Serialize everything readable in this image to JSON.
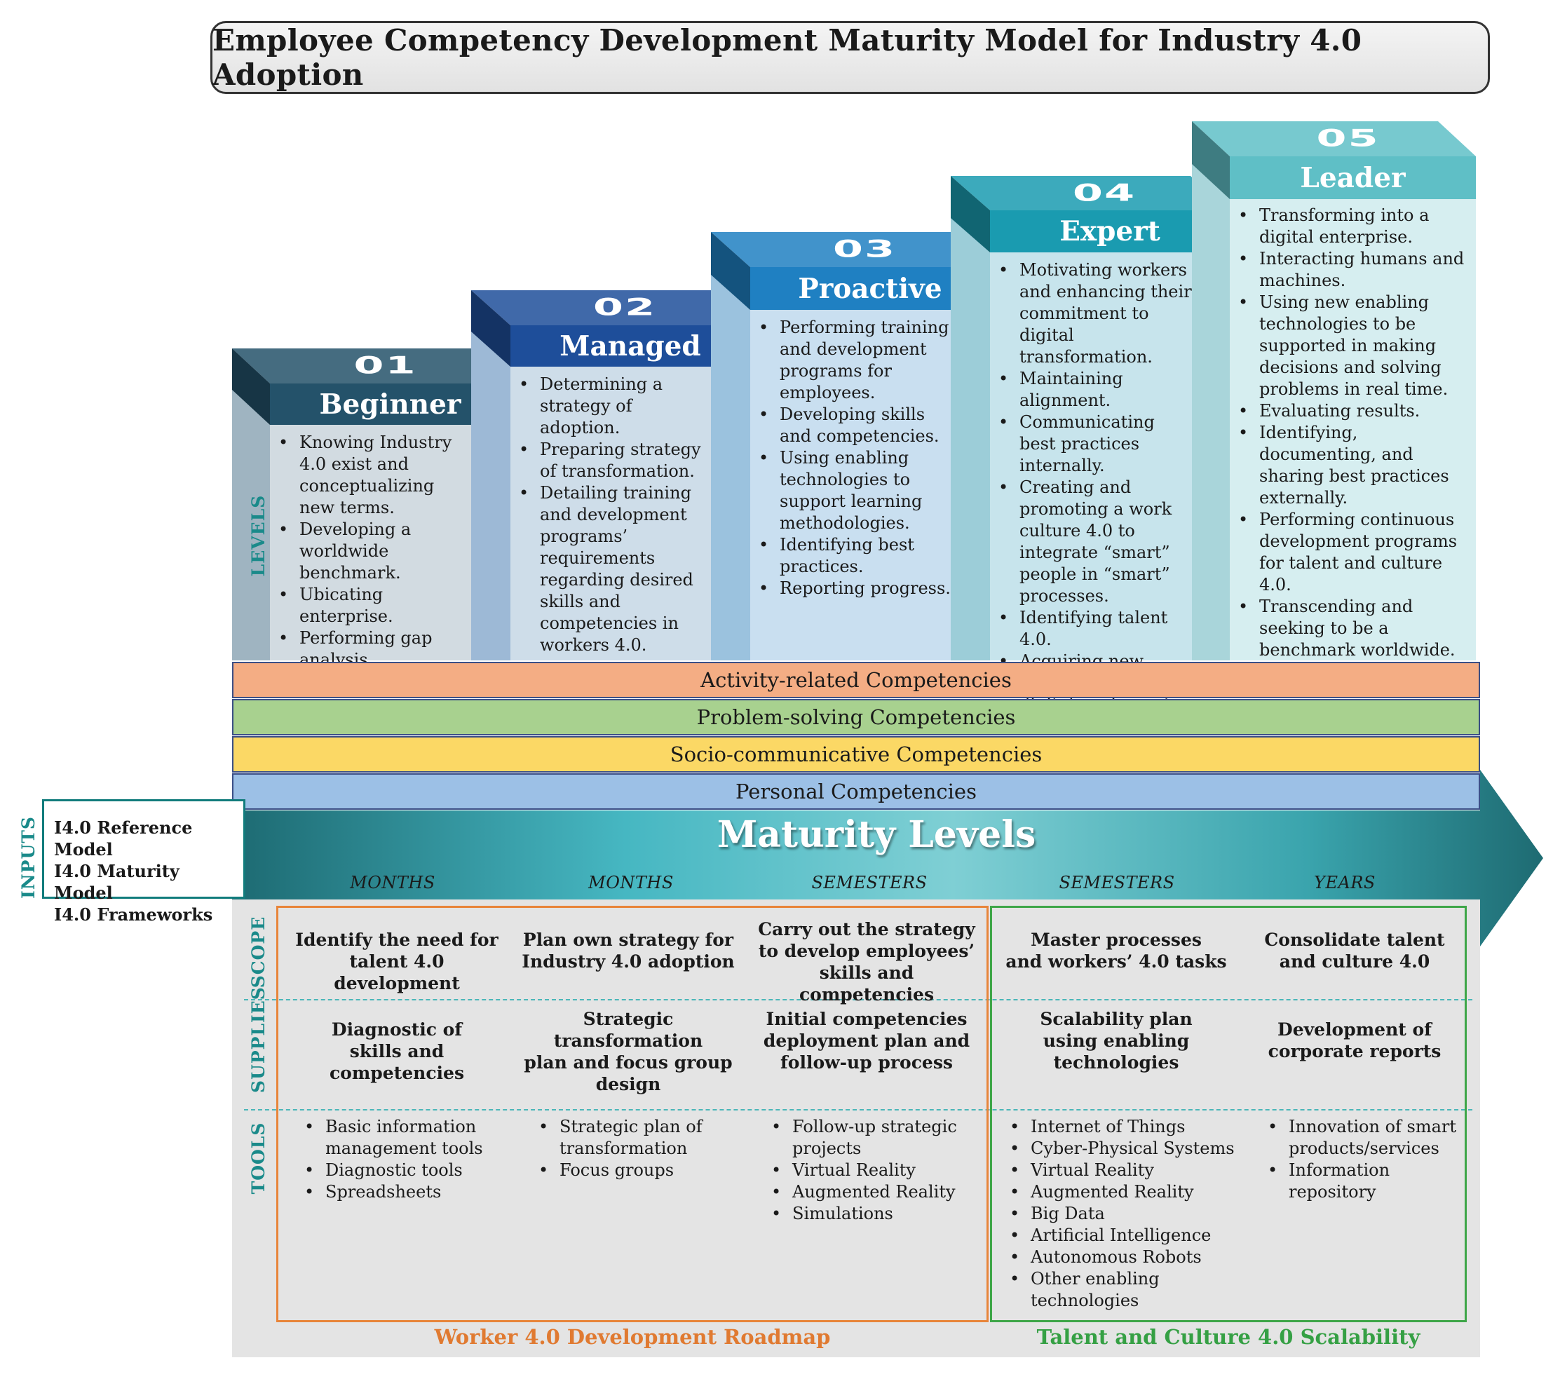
{
  "title": "Employee Competency Development Maturity Model for Industry 4.0 Adoption",
  "side_labels": {
    "levels": "LEVELS",
    "inputs": "INPUTS",
    "scope": "SCOPE",
    "supplies": "SUPPLIES",
    "tools": "TOOLS"
  },
  "levels": [
    {
      "number": "01",
      "name": "Beginner",
      "color": "#24526a",
      "items": [
        "Knowing Industry 4.0 exist and conceptualizing new terms.",
        "Developing a worldwide benchmark.",
        "Ubicating enterprise.",
        "Performing gap analysis."
      ]
    },
    {
      "number": "02",
      "name": "Managed",
      "color": "#1e4e9a",
      "items": [
        "Determining a strategy of adoption.",
        "Preparing strategy of transformation.",
        "Detailing training and development programs’ requirements regarding desired skills and competencies in workers 4.0."
      ]
    },
    {
      "number": "03",
      "name": "Proactive",
      "color": "#1f80c2",
      "items": [
        "Performing training and development programs for employees.",
        "Developing skills and competencies.",
        "Using enabling technologies to support learning methodologies.",
        "Identifying best practices.",
        "Reporting progress."
      ]
    },
    {
      "number": "04",
      "name": "Expert",
      "color": "#1a9bb0",
      "items": [
        "Motivating workers and enhancing their commitment to digital transformation.",
        "Maintaining alignment.",
        "Communicating best practices internally.",
        "Creating and promoting a work culture 4.0 to integrate “smart” people in “smart” processes.",
        "Identifying talent 4.0.",
        "Acquiring new technological and digital equipment."
      ]
    },
    {
      "number": "05",
      "name": "Leader",
      "color": "#5fbfc6",
      "items": [
        "Transforming into a digital enterprise.",
        "Interacting humans and machines.",
        "Using new enabling technologies  to be supported in making decisions and solving problems in real time.",
        "Evaluating results.",
        "Identifying, documenting, and sharing best practices externally.",
        "Performing continuous development programs for talent and culture 4.0.",
        "Transcending and seeking to be a benchmark worldwide."
      ]
    }
  ],
  "competencies": [
    {
      "label": "Activity-related Competencies",
      "color": "#f4ad84"
    },
    {
      "label": "Problem-solving Competencies",
      "color": "#a8d18f"
    },
    {
      "label": "Socio-communicative Competencies",
      "color": "#fbd865"
    },
    {
      "label": "Personal Competencies",
      "color": "#9cc0e6"
    }
  ],
  "maturity_title": "Maturity Levels",
  "periods": [
    "MONTHS",
    "MONTHS",
    "SEMESTERS",
    "SEMESTERS",
    "YEARS"
  ],
  "inputs": [
    "I4.0 Reference Model",
    "I4.0 Maturity Model",
    "I4.0 Frameworks"
  ],
  "scope": [
    [
      "Identify the need for",
      "talent 4.0 development"
    ],
    [
      "Plan own strategy for",
      "Industry 4.0 adoption"
    ],
    [
      "Carry out the strategy",
      "to develop employees’",
      "skills and competencies"
    ],
    [
      "Master processes",
      "and workers’ 4.0 tasks"
    ],
    [
      "Consolidate talent",
      "and culture 4.0"
    ]
  ],
  "supplies": [
    [
      "Diagnostic of",
      "skills and competencies"
    ],
    [
      "Strategic transformation",
      "plan and focus group",
      "design"
    ],
    [
      "Initial competencies",
      "deployment plan and",
      "follow-up process"
    ],
    [
      "Scalability plan",
      "using enabling",
      "technologies"
    ],
    [
      "Development of",
      "corporate reports"
    ]
  ],
  "tools": [
    [
      "Basic information management tools",
      "Diagnostic tools",
      "Spreadsheets"
    ],
    [
      "Strategic plan of transformation",
      "Focus groups"
    ],
    [
      "Follow-up strategic projects",
      "Virtual Reality",
      "Augmented Reality",
      "Simulations"
    ],
    [
      "Internet of Things",
      "Cyber-Physical Systems",
      "Virtual Reality",
      "Augmented Reality",
      "Big Data",
      "Artificial Intelligence",
      "Autonomous Robots",
      "Other enabling technologies"
    ],
    [
      "Innovation of smart products/services",
      "Information repository"
    ]
  ],
  "roadmap_label": "Worker 4.0 Development Roadmap",
  "scalability_label": "Talent and Culture 4.0 Scalability",
  "colors": {
    "teal": "#1a8a8a",
    "orange": "#e8853a",
    "green": "#3ea648"
  }
}
